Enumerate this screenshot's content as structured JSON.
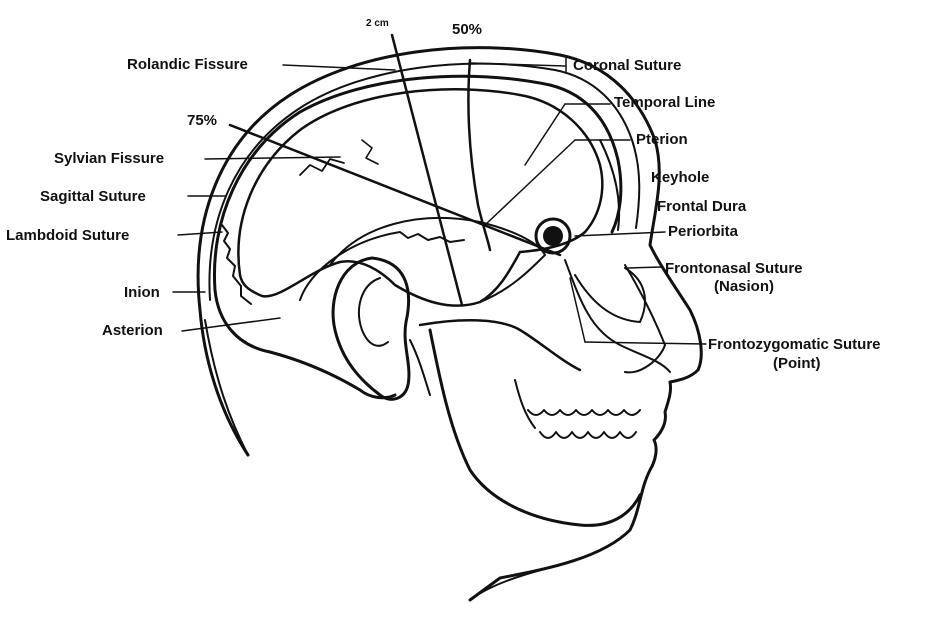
{
  "colors": {
    "ink": "#111111",
    "background": "#ffffff"
  },
  "measures": {
    "two_cm": "2 cm",
    "fifty_percent": "50%",
    "seventy_five_percent": "75%"
  },
  "left_labels": {
    "rolandic_fissure": "Rolandic Fissure",
    "sylvian_fissure": "Sylvian Fissure",
    "sagittal_suture": "Sagittal Suture",
    "lambdoid_suture": "Lambdoid Suture",
    "inion": "Inion",
    "asterion": "Asterion"
  },
  "right_labels": {
    "coronal_suture": "Coronal Suture",
    "temporal_line": "Temporal Line",
    "pterion": "Pterion",
    "keyhole": "Keyhole",
    "frontal_dura": "Frontal Dura",
    "periorbita": "Periorbita",
    "frontonasal_suture": "Frontonasal Suture",
    "frontonasal_sub": "(Nasion)",
    "frontozygomatic_suture": "Frontozygomatic Suture",
    "frontozygomatic_sub": "(Point)"
  }
}
